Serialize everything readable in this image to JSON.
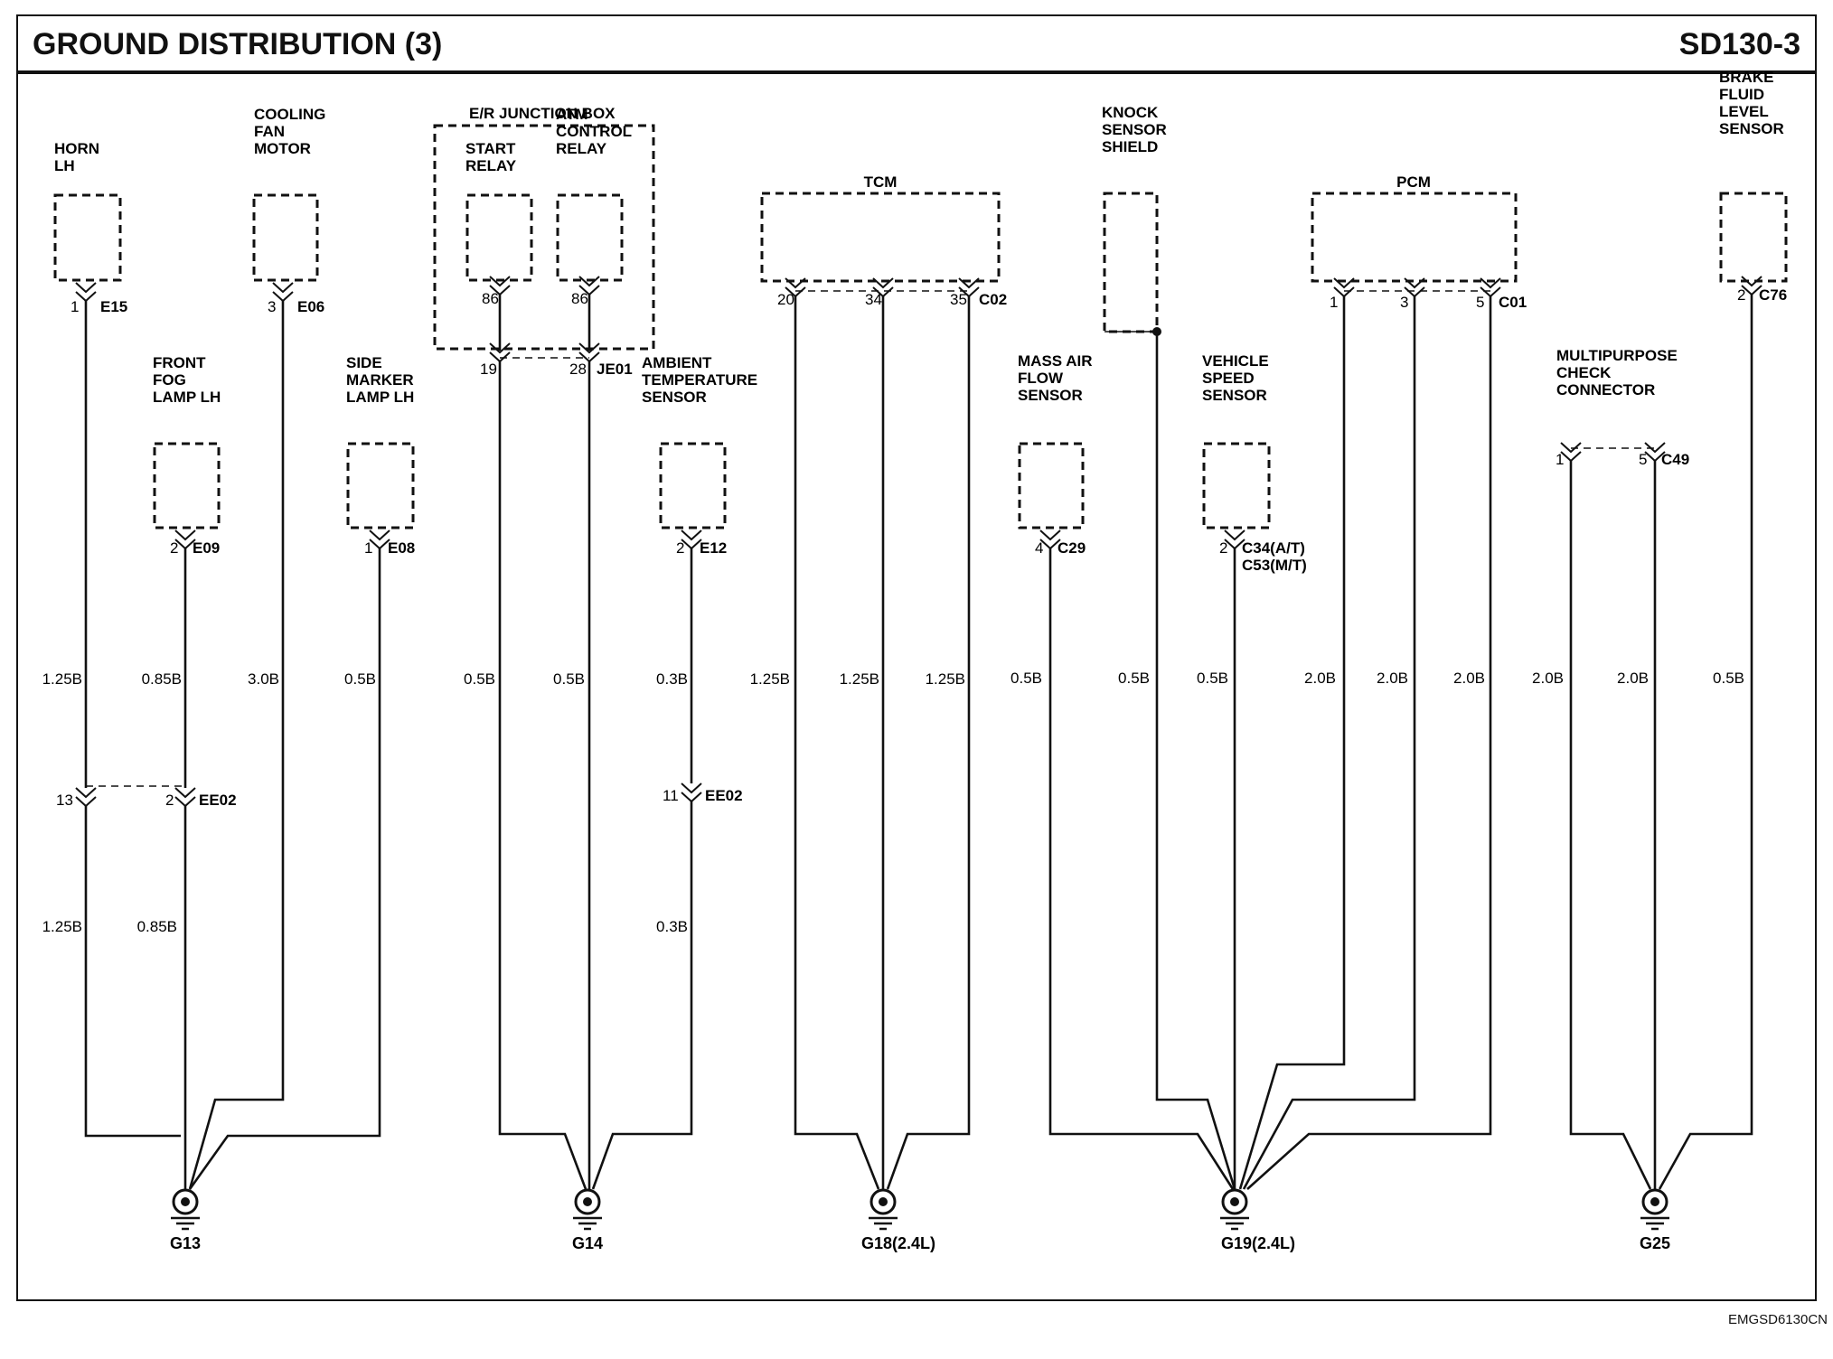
{
  "header": {
    "title": "GROUND DISTRIBUTION (3)",
    "code": "SD130-3"
  },
  "footer": {
    "doc_code": "EMGSD6130CN"
  },
  "components": [
    {
      "id": "horn",
      "label": [
        "HORN",
        "LH"
      ]
    },
    {
      "id": "fan",
      "label": [
        "COOLING",
        "FAN",
        "MOTOR"
      ]
    },
    {
      "id": "junction",
      "label": [
        "E/R JUNCTION BOX"
      ]
    },
    {
      "id": "start",
      "label": [
        "START",
        "RELAY"
      ]
    },
    {
      "id": "atm",
      "label": [
        "ATM",
        "CONTROL",
        "RELAY"
      ]
    },
    {
      "id": "fog",
      "label": [
        "FRONT",
        "FOG",
        "LAMP LH"
      ]
    },
    {
      "id": "side",
      "label": [
        "SIDE",
        "MARKER",
        "LAMP LH"
      ]
    },
    {
      "id": "ambient",
      "label": [
        "AMBIENT",
        "TEMPERATURE",
        "SENSOR"
      ]
    },
    {
      "id": "tcm",
      "label": [
        "TCM"
      ]
    },
    {
      "id": "knock",
      "label": [
        "KNOCK",
        "SENSOR",
        "SHIELD"
      ]
    },
    {
      "id": "pcm",
      "label": [
        "PCM"
      ]
    },
    {
      "id": "maf",
      "label": [
        "MASS AIR",
        "FLOW",
        "SENSOR"
      ]
    },
    {
      "id": "vss",
      "label": [
        "VEHICLE",
        "SPEED",
        "SENSOR"
      ]
    },
    {
      "id": "mpcc",
      "label": [
        "MULTIPURPOSE",
        "CHECK",
        "CONNECTOR"
      ]
    },
    {
      "id": "brake",
      "label": [
        "BRAKE",
        "FLUID",
        "LEVEL",
        "SENSOR"
      ]
    }
  ],
  "connectors": [
    {
      "id": "E15",
      "label": "E15",
      "pin": "1"
    },
    {
      "id": "E06",
      "label": "E06",
      "pin": "3"
    },
    {
      "id": "start86",
      "label": "",
      "pin": "86"
    },
    {
      "id": "atm86",
      "label": "",
      "pin": "86"
    },
    {
      "id": "JE01a",
      "label": "",
      "pin": "19"
    },
    {
      "id": "JE01b",
      "label": "JE01",
      "pin": "28"
    },
    {
      "id": "E09",
      "label": "E09",
      "pin": "2"
    },
    {
      "id": "E08",
      "label": "E08",
      "pin": "1"
    },
    {
      "id": "E12",
      "label": "E12",
      "pin": "2"
    },
    {
      "id": "C02a",
      "label": "",
      "pin": "20"
    },
    {
      "id": "C02b",
      "label": "",
      "pin": "34"
    },
    {
      "id": "C02c",
      "label": "C02",
      "pin": "35"
    },
    {
      "id": "C01a",
      "label": "",
      "pin": "1"
    },
    {
      "id": "C01b",
      "label": "",
      "pin": "3"
    },
    {
      "id": "C01c",
      "label": "C01",
      "pin": "5"
    },
    {
      "id": "C76",
      "label": "C76",
      "pin": "2"
    },
    {
      "id": "C29",
      "label": "C29",
      "pin": "4"
    },
    {
      "id": "C34",
      "label": "C34(A/T)",
      "pin": "2",
      "label2": "C53(M/T)"
    },
    {
      "id": "C49a",
      "label": "",
      "pin": "1"
    },
    {
      "id": "C49b",
      "label": "C49",
      "pin": "5"
    },
    {
      "id": "EE02a",
      "label": "",
      "pin": "13"
    },
    {
      "id": "EE02b",
      "label": "EE02",
      "pin": "2"
    },
    {
      "id": "EE02c",
      "label": "EE02",
      "pin": "11"
    }
  ],
  "wire_labels": [
    {
      "wire": "horn-upper",
      "text": "1.25B"
    },
    {
      "wire": "fog-upper",
      "text": "0.85B"
    },
    {
      "wire": "fan",
      "text": "3.0B"
    },
    {
      "wire": "side",
      "text": "0.5B"
    },
    {
      "wire": "start",
      "text": "0.5B"
    },
    {
      "wire": "atm",
      "text": "0.5B"
    },
    {
      "wire": "ambient-upper",
      "text": "0.3B"
    },
    {
      "wire": "tcm-20",
      "text": "1.25B"
    },
    {
      "wire": "tcm-34",
      "text": "1.25B"
    },
    {
      "wire": "tcm-35",
      "text": "1.25B"
    },
    {
      "wire": "maf",
      "text": "0.5B"
    },
    {
      "wire": "knock",
      "text": "0.5B"
    },
    {
      "wire": "vss",
      "text": "0.5B"
    },
    {
      "wire": "pcm-1",
      "text": "2.0B"
    },
    {
      "wire": "pcm-3",
      "text": "2.0B"
    },
    {
      "wire": "pcm-5",
      "text": "2.0B"
    },
    {
      "wire": "mpcc-1",
      "text": "2.0B"
    },
    {
      "wire": "mpcc-5",
      "text": "2.0B"
    },
    {
      "wire": "brake",
      "text": "0.5B"
    },
    {
      "wire": "horn-lower",
      "text": "1.25B"
    },
    {
      "wire": "fog-lower",
      "text": "0.85B"
    },
    {
      "wire": "ambient-lower",
      "text": "0.3B"
    }
  ],
  "grounds": [
    {
      "id": "G13",
      "label": "G13"
    },
    {
      "id": "G14",
      "label": "G14"
    },
    {
      "id": "G18",
      "label": "G18(2.4L)"
    },
    {
      "id": "G19",
      "label": "G19(2.4L)"
    },
    {
      "id": "G25",
      "label": "G25"
    }
  ]
}
